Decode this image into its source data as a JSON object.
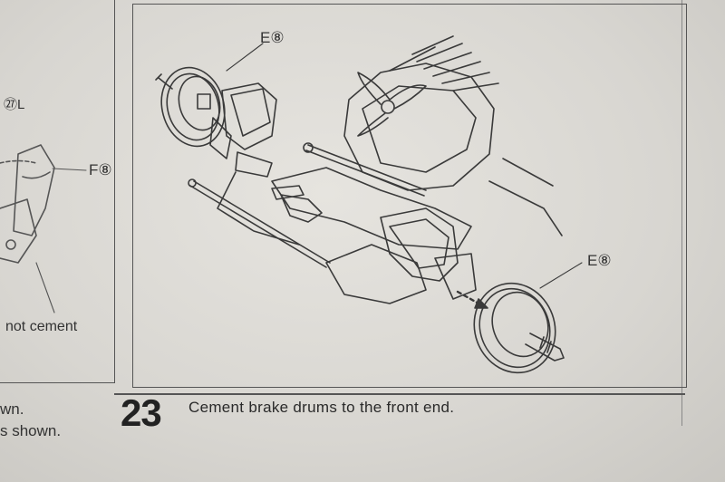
{
  "main_panel": {
    "labels": {
      "e8_top": "E⑧",
      "e8_right": "E⑧",
      "f8_left": "F⑧"
    }
  },
  "left_panel": {
    "part_label": "㉗L",
    "note": "not cement",
    "footer_line1": "wn.",
    "footer_line2": "s shown."
  },
  "step": {
    "number": "23",
    "instruction": "Cement brake drums to the front end."
  }
}
